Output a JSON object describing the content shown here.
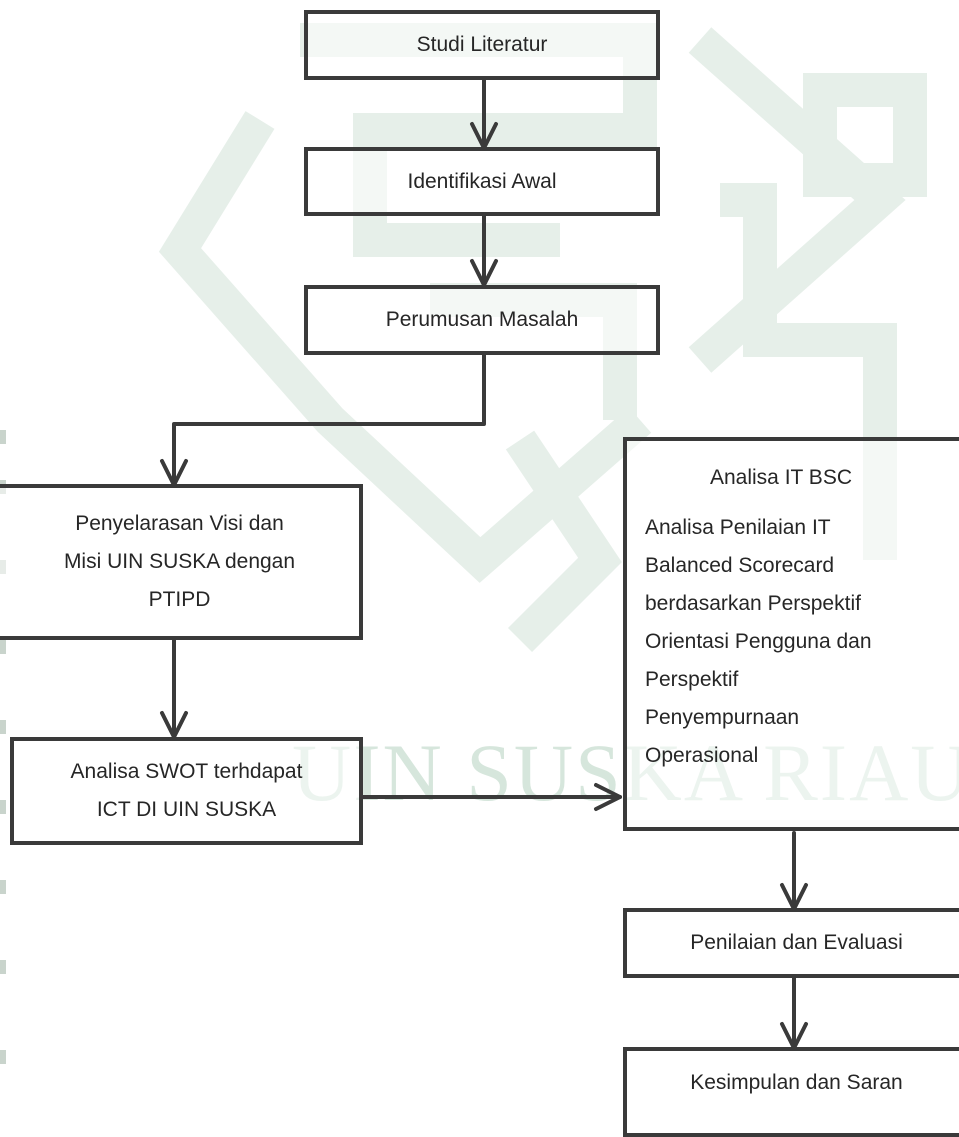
{
  "boxes": {
    "studi": "Studi Literatur",
    "identifikasi": "Identifikasi Awal",
    "perumusan": "Perumusan Masalah",
    "penyelarasan": [
      "Penyelarasan Visi dan",
      "Misi UIN SUSKA dengan",
      "PTIPD"
    ],
    "swot": [
      "Analisa SWOT terhdapat",
      "ICT DI UIN SUSKA"
    ],
    "bsc_title": "Analisa IT BSC",
    "bsc_body": [
      "Analisa Penilaian IT",
      "Balanced Scorecard",
      "berdasarkan Perspektif",
      "Orientasi Pengguna dan",
      "Perspektif",
      "Penyempurnaan",
      "Operasional"
    ],
    "penilaian": "Penilaian dan Evaluasi",
    "kesimpulan": "Kesimpulan dan Saran"
  },
  "watermark": {
    "text": "UIN SUSKA RIAU",
    "color": "#d6e6dc"
  }
}
